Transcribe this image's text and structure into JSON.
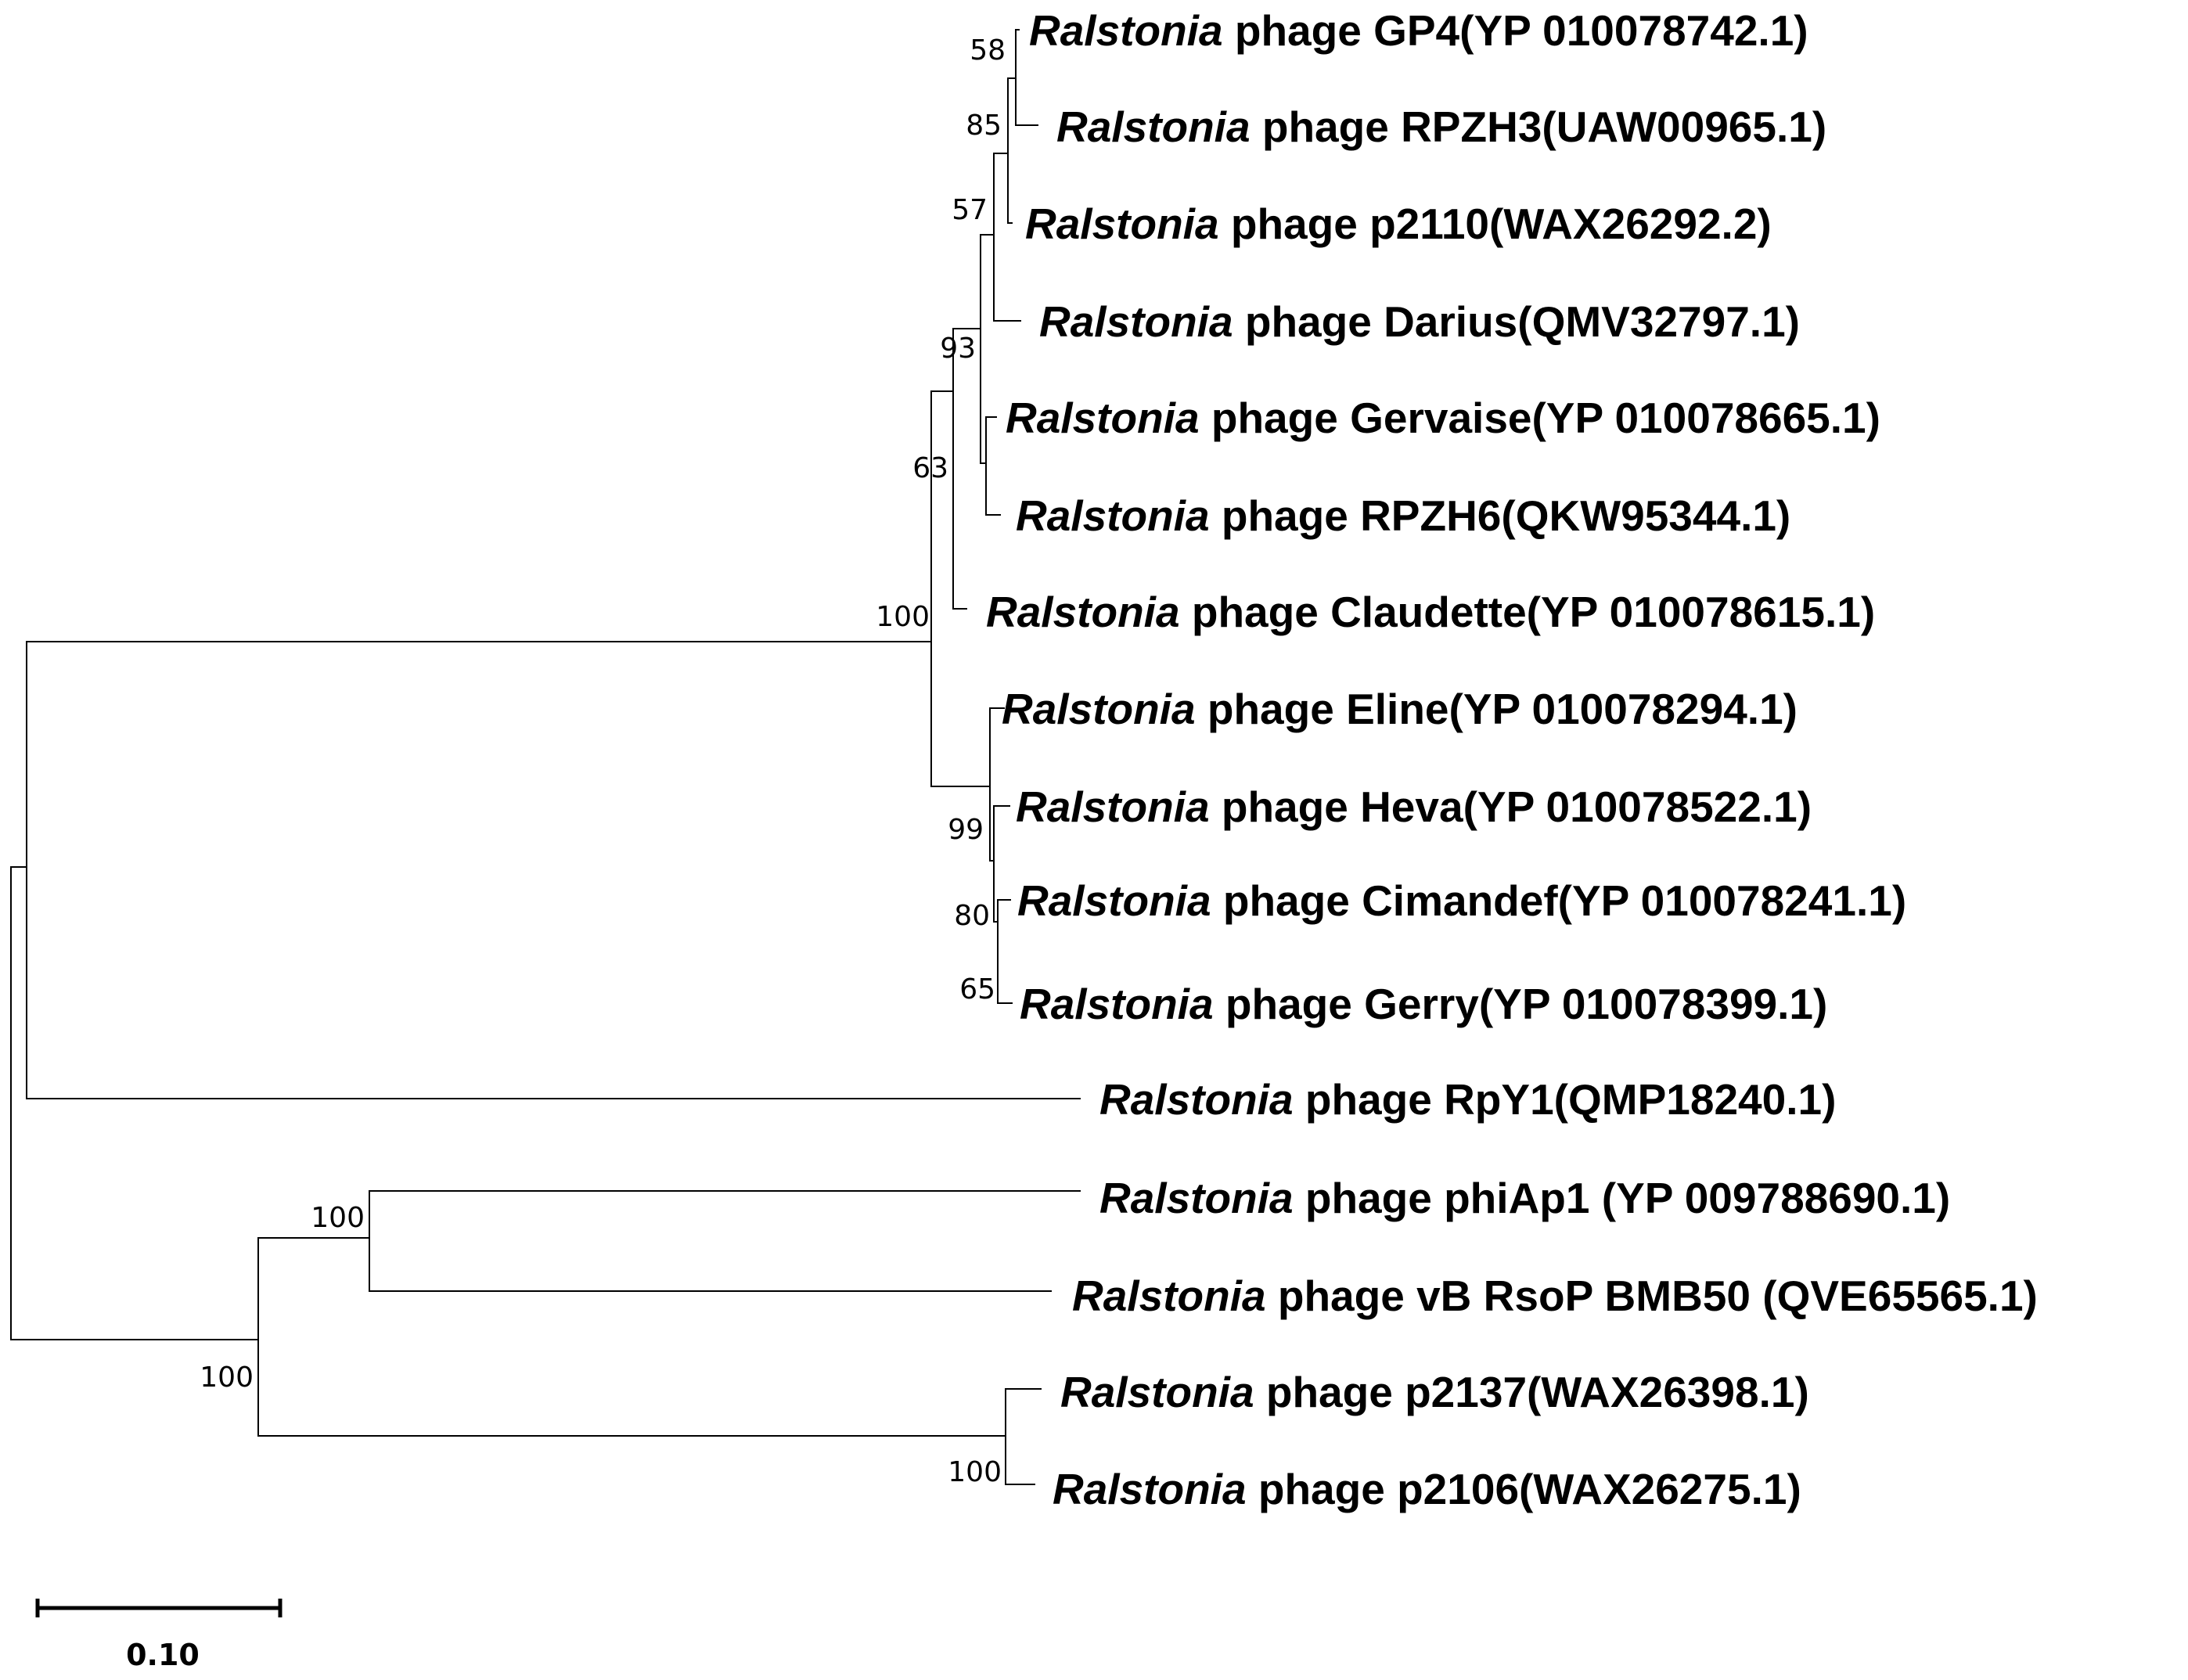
{
  "tree": {
    "taxa": [
      {
        "genus": "Ralstonia",
        "rest": " phage GP4(YP 010078742.1)",
        "color": "#000000"
      },
      {
        "genus": "Ralstonia",
        "rest": " phage RPZH3(UAW00965.1)",
        "color": "#000000"
      },
      {
        "genus": "Ralstonia",
        "rest": " phage p2110(WAX26292.2)",
        "color": "#ff0000"
      },
      {
        "genus": "Ralstonia",
        "rest": " phage Darius(QMV32797.1)",
        "color": "#000000"
      },
      {
        "genus": "Ralstonia",
        "rest": " phage Gervaise(YP 010078665.1)",
        "color": "#000000"
      },
      {
        "genus": "Ralstonia",
        "rest": " phage RPZH6(QKW95344.1)",
        "color": "#000000"
      },
      {
        "genus": "Ralstonia",
        "rest": " phage Claudette(YP 010078615.1)",
        "color": "#000000"
      },
      {
        "genus": "Ralstonia",
        "rest": " phage Eline(YP 010078294.1)",
        "color": "#000000"
      },
      {
        "genus": "Ralstonia",
        "rest": " phage Heva(YP 010078522.1)",
        "color": "#000000"
      },
      {
        "genus": "Ralstonia",
        "rest": " phage Cimandef(YP 010078241.1)",
        "color": "#000000"
      },
      {
        "genus": "Ralstonia",
        "rest": " phage Gerry(YP 010078399.1)",
        "color": "#000000"
      },
      {
        "genus": "Ralstonia",
        "rest": " phage RpY1(QMP18240.1)",
        "color": "#000000"
      },
      {
        "genus": "Ralstonia",
        "rest": " phage phiAp1 (YP 009788690.1)",
        "color": "#000000"
      },
      {
        "genus": "Ralstonia",
        "rest": " phage vB RsoP BMB50 (QVE65565.1)",
        "color": "#000000"
      },
      {
        "genus": "Ralstonia",
        "rest": " phage p2137(WAX26398.1)",
        "color": "#000000"
      },
      {
        "genus": "Ralstonia",
        "rest": " phage p2106(WAX26275.1)",
        "color": "#000000"
      }
    ],
    "bootstrap": [
      "58",
      "85",
      "57",
      "93",
      "63",
      "100",
      "99",
      "80",
      "65",
      "100",
      "100",
      "100"
    ],
    "scale_bar": {
      "label": "0.10"
    }
  }
}
